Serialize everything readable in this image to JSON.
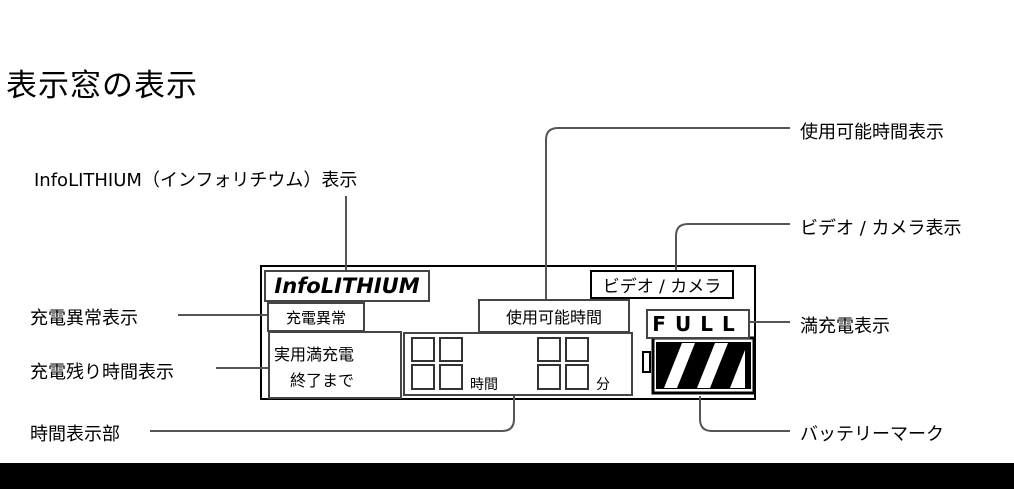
{
  "title": "表示窓の表示",
  "callouts": {
    "usable_time": "使用可能時間表示",
    "infolithium": "InfoLITHIUM（インフォリチウム）表示",
    "video_camera": "ビデオ / カメラ表示",
    "charge_error": "充電異常表示",
    "full_charge": "満充電表示",
    "charge_remaining": "充電残り時間表示",
    "time_section": "時間表示部",
    "battery_mark": "バッテリーマーク"
  },
  "panel": {
    "infolithium_logo": "InfoLITHIUM",
    "video_camera_label": "ビデオ / カメラ",
    "charge_error_label": "充電異常",
    "usable_time_label": "使用可能時間",
    "full_label": "FULL",
    "remaining_line1": "実用満充電",
    "remaining_line2": "終了まで",
    "hours_unit": "時間",
    "minutes_unit": "分"
  }
}
